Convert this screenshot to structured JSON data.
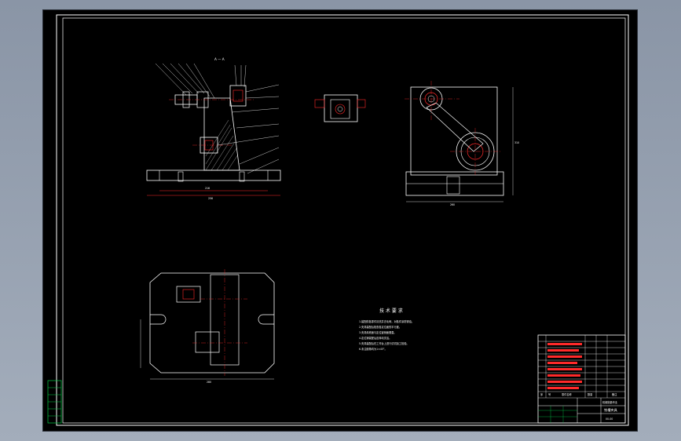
{
  "drawing": {
    "title_block": {
      "part_name": "铣槽夹具",
      "school": "机械制造专业",
      "drawing_no": "00-00",
      "sheet_header": [
        "序",
        "号",
        "零件名称",
        "数量",
        "备注"
      ]
    },
    "tech_requirements": {
      "heading": "技 术 要 求",
      "items": [
        "1.装配前各零件清洗并去毛刺，对各件涂防锈油。",
        "2.夹具装配后检查各定位面的平行度。",
        "3.夹具体底面与定位键侧面垂直。",
        "4.定位销装配后应转动灵活。",
        "5.夹具装配后在工作台上进行试切加工检验。",
        "6.未注倒角均为1×45°。"
      ]
    },
    "section_label": "A — A",
    "dims": {
      "front_base_width": "256",
      "front_base_sub": "216",
      "side_width": "260",
      "side_height": "310",
      "top_width": "280"
    },
    "colors": {
      "lines": "#ffffff",
      "dimension": "#ff2a2a",
      "leader": "#ffffff",
      "hatch": "#ffffff",
      "title_green": "#00cc44"
    }
  }
}
